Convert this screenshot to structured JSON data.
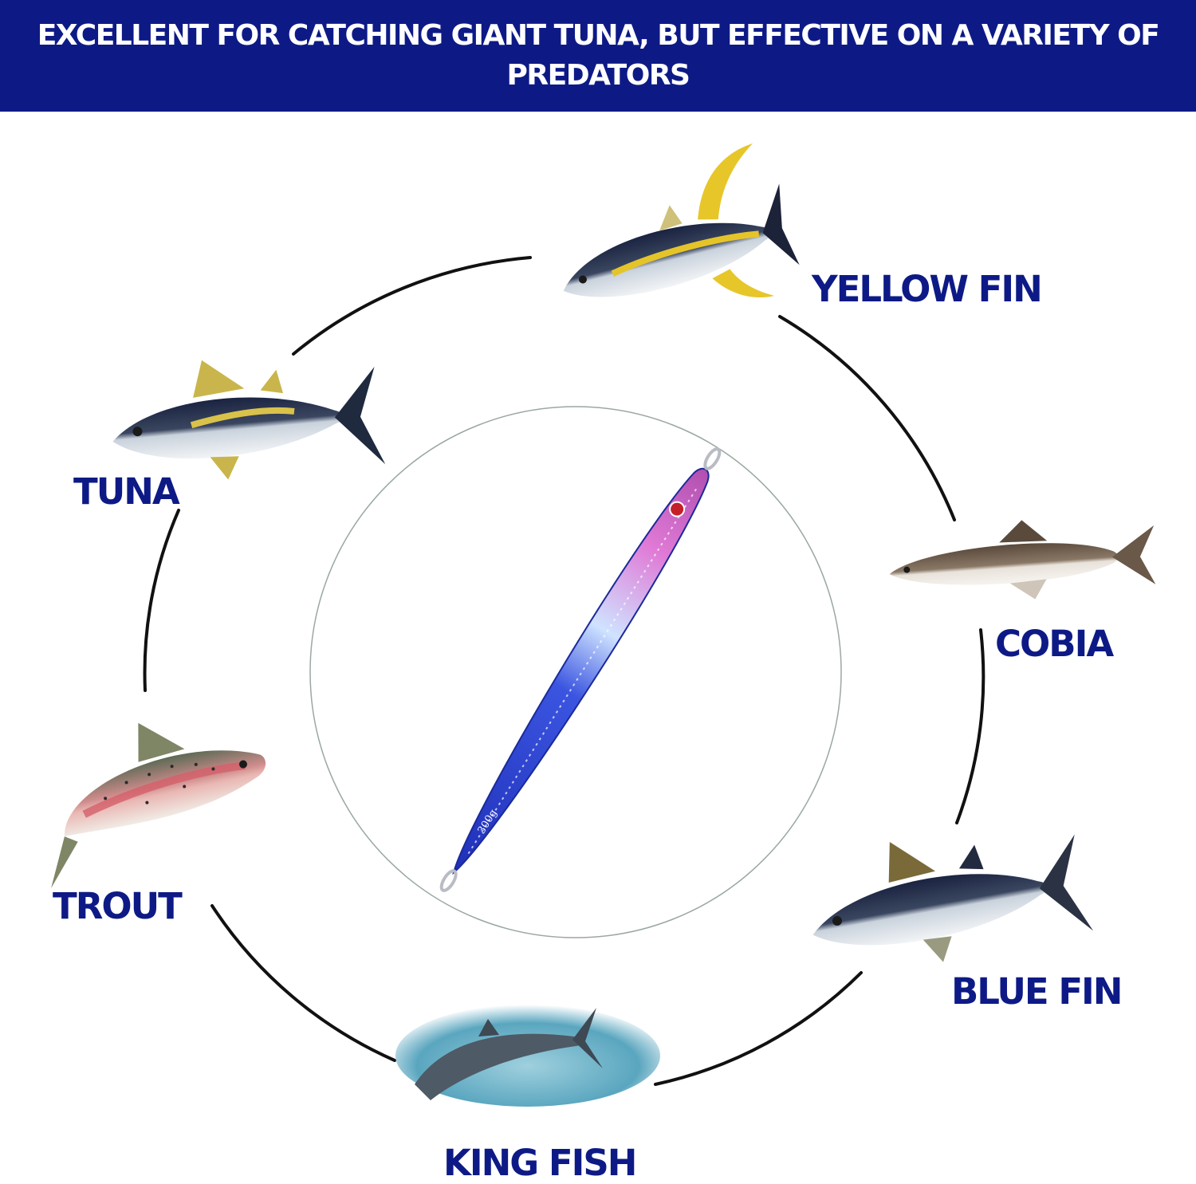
{
  "header": {
    "headline": "EXCELLENT FOR CATCHING GIANT TUNA, BUT EFFECTIVE ON A VARIETY OF PREDATORS"
  },
  "colors": {
    "banner_background": "#0d1a86",
    "banner_text": "#ffffff",
    "label_text": "#0d1a86",
    "connector_line": "#111111",
    "lure_body": "#2a3fc8",
    "lure_belly": "#e07ad6"
  },
  "lure": {
    "weight_mark": "300g"
  },
  "species": [
    {
      "label": "YELLOW FIN",
      "icon": "yellowfin-tuna-icon"
    },
    {
      "label": "COBIA",
      "icon": "cobia-icon"
    },
    {
      "label": "BLUE FIN",
      "icon": "bluefin-tuna-icon"
    },
    {
      "label": "KING FISH",
      "icon": "kingfish-icon"
    },
    {
      "label": "TROUT",
      "icon": "rainbow-trout-icon"
    },
    {
      "label": "TUNA",
      "icon": "tuna-icon"
    }
  ]
}
